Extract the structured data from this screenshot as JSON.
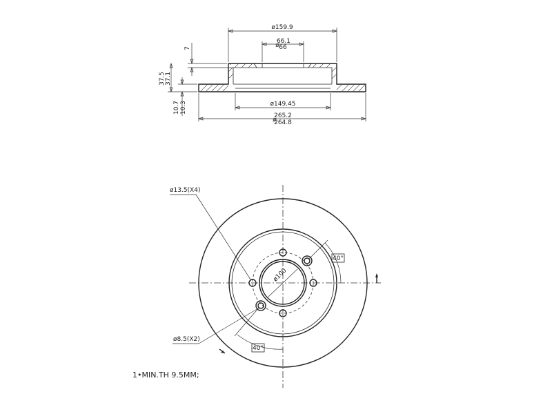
{
  "section_view": {
    "dims": {
      "d_outer_hat": "ø159.9",
      "d_bore_a": "66.1",
      "d_bore_b": "66",
      "phi": "ø",
      "thk_hat": "7",
      "h_total_a": "37.5",
      "h_total_b": "37.1",
      "thk_disc_a": "10.7",
      "thk_disc_b": "10.3",
      "d_inner": "ø149.45",
      "d_out_a": "265.2",
      "d_out_b": "264.8"
    }
  },
  "front_view": {
    "labels": {
      "hole_big": "ø13.5(X4)",
      "pcd": "ø100",
      "hole_small": "ø8.5(X2)",
      "angle_top": "40°",
      "angle_bottom": "40°"
    }
  },
  "note": "1•MIN.TH 9.5MM;"
}
